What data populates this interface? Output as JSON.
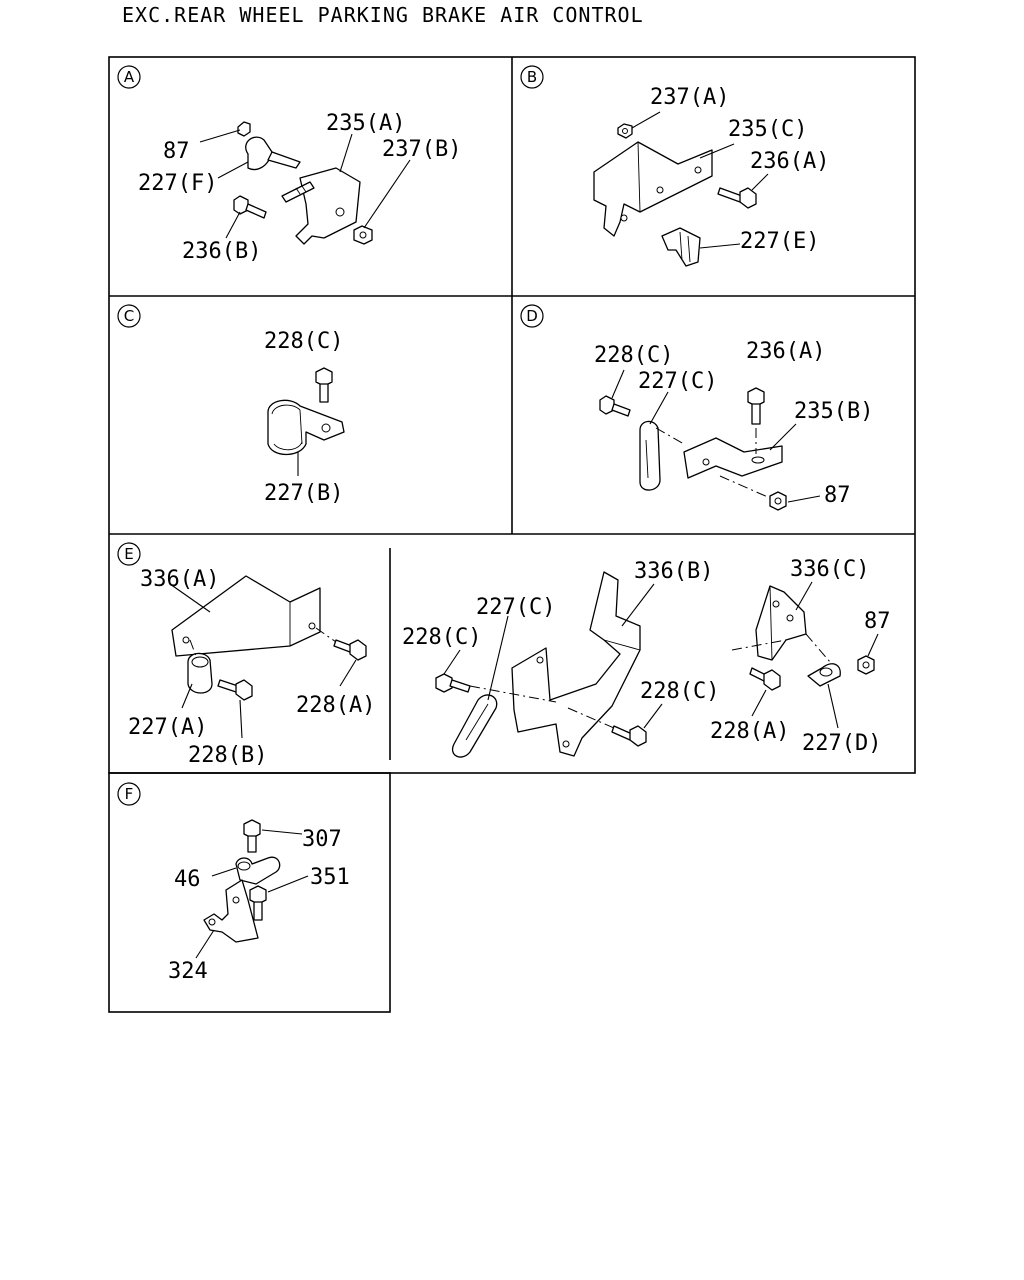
{
  "header": "EXC.REAR WHEEL PARKING BRAKE AIR CONTROL",
  "panels": {
    "A": {
      "letter": "A",
      "labels": [
        "87",
        "227(F)",
        "235(A)",
        "237(B)",
        "236(B)"
      ]
    },
    "B": {
      "letter": "B",
      "labels": [
        "237(A)",
        "235(C)",
        "236(A)",
        "227(E)"
      ]
    },
    "C": {
      "letter": "C",
      "labels": [
        "228(C)",
        "227(B)"
      ]
    },
    "D": {
      "letter": "D",
      "labels": [
        "228(C)",
        "227(C)",
        "236(A)",
        "235(B)",
        "87"
      ]
    },
    "E": {
      "letter": "E",
      "labels": [
        "336(A)",
        "227(A)",
        "228(B)",
        "228(A)",
        "228(C)",
        "227(C)",
        "336(B)",
        "228(C)",
        "336(C)",
        "87",
        "228(A)",
        "227(D)"
      ]
    },
    "F": {
      "letter": "F",
      "labels": [
        "307",
        "46",
        "351",
        "324"
      ]
    }
  }
}
